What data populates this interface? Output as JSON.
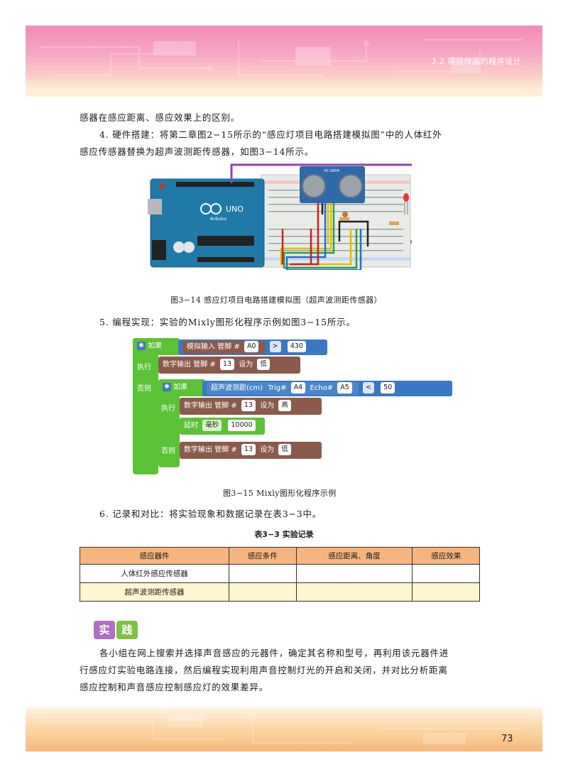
{
  "header": {
    "section": "3.2  项目作品的程序设计"
  },
  "body": {
    "para1": "感器在感应距离、感应效果上的区别。",
    "para2a": "4. 硬件搭建：将第二章图2−15所示的“感应灯项目电路搭建模拟图”中的人体红外",
    "para2b": "感应传感器替换为超声波测距传感器，如图3−14所示。",
    "fig1_caption": "图3−14    感应灯项目电路搭建模拟图（超声波测距传感器）",
    "para3": "5. 编程实现：实验的Mixly图形化程序示例如图3−15所示。",
    "fig2_caption": "图3−15    Mixly图形化程序示例",
    "para4": "6. 记录和对比：将实验现象和数据记录在表3−3中。"
  },
  "circuit": {
    "board_label": "UNO",
    "board_brand": "Arduino",
    "sensor_label": "HC-SR04"
  },
  "blockly": {
    "if_label": "如果",
    "then_label": "执行",
    "else_label": "否则",
    "analog_read": "模拟输入 管脚 #",
    "pin_a0": "A0",
    "op_gt": ">",
    "val_430": "430",
    "digital_write": "数字输出 管脚 #",
    "pin_13": "13",
    "set_to": "设为",
    "low": "低",
    "high": "高",
    "ultrasonic": "超声波测距(cm)",
    "trig": "Trig#",
    "pin_a4": "A4",
    "echo": "Echo#",
    "pin_a5": "A5",
    "op_lt": "<",
    "val_50": "50",
    "delay": "延时",
    "ms": "毫秒",
    "val_10000": "10000",
    "colors": {
      "logic": "#3b78c4",
      "control": "#5bc236",
      "io": "#8b5a4a",
      "sensor": "#4a86c9"
    }
  },
  "table": {
    "title": "表3−3    实验记录",
    "headers": [
      "感应器件",
      "感应条件",
      "感应距离、角度",
      "感应效果"
    ],
    "rows": [
      [
        "人体红外感应传感器",
        "",
        "",
        ""
      ],
      [
        "超声波测距传感器",
        "",
        "",
        ""
      ]
    ]
  },
  "practice": {
    "badge": [
      "实",
      "践"
    ],
    "line1": "各小组在网上搜索并选择声音感应的元器件，确定其名称和型号，再利用该元器件进",
    "line2": "行感应灯实验电路连接，然后编程实现利用声音控制灯光的开启和关闭，并对比分析距离",
    "line3": "感应控制和声音感应控制感应灯的效果差异。"
  },
  "footer": {
    "page_number": "73"
  }
}
